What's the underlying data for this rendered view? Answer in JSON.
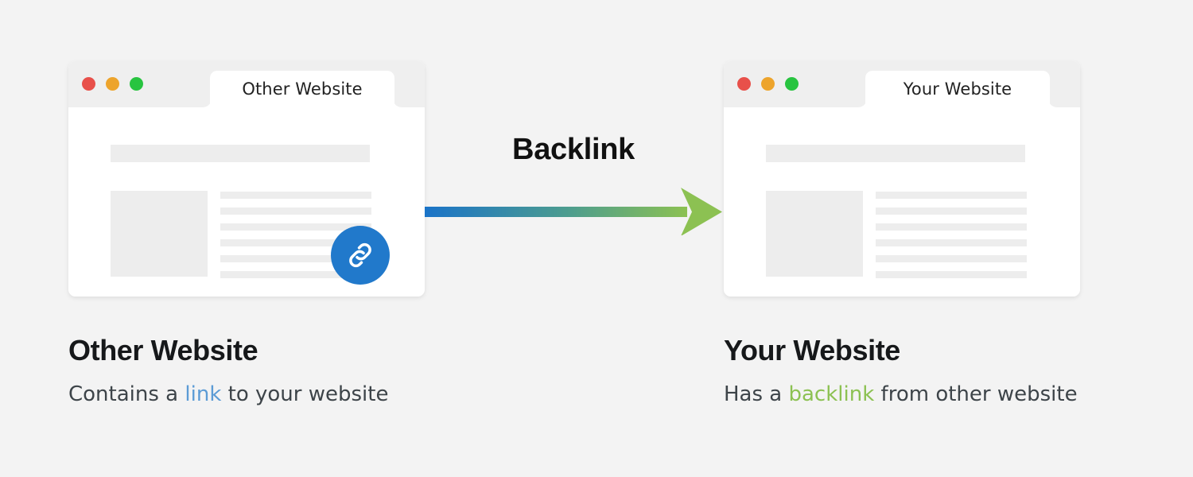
{
  "background_color": "#f3f3f3",
  "arrow": {
    "label": "Backlink",
    "gradient_start": "#1a73c8",
    "gradient_end": "#8cc152",
    "direction": "left-to-right",
    "icon": "arrow-right-icon"
  },
  "windows": [
    {
      "id": "other-website",
      "tab_title": "Other Website",
      "traffic_lights": [
        {
          "name": "close-dot",
          "color": "#e8504a"
        },
        {
          "name": "minimize-dot",
          "color": "#eda42c"
        },
        {
          "name": "maximize-dot",
          "color": "#28c440"
        }
      ],
      "skeleton": {
        "hero_bar": true,
        "thumbnail": true,
        "text_lines": 6
      },
      "badge": {
        "icon": "link-icon",
        "color": "#2179cb",
        "visible": true
      }
    },
    {
      "id": "your-website",
      "tab_title": "Your Website",
      "traffic_lights": [
        {
          "name": "close-dot",
          "color": "#e8504a"
        },
        {
          "name": "minimize-dot",
          "color": "#eda42c"
        },
        {
          "name": "maximize-dot",
          "color": "#28c440"
        }
      ],
      "skeleton": {
        "hero_bar": true,
        "thumbnail": true,
        "text_lines": 6
      },
      "badge": {
        "icon": "link-icon",
        "color": "#2179cb",
        "visible": false
      }
    }
  ],
  "captions": [
    {
      "id": "other-website-caption",
      "heading": "Other Website",
      "description_before": "Contains a ",
      "description_highlight": "link",
      "description_after": " to your website",
      "highlight_color": "#5b9bd5"
    },
    {
      "id": "your-website-caption",
      "heading": "Your Website",
      "description_before": "Has a ",
      "description_highlight": "backlink",
      "description_after": " from other website",
      "highlight_color": "#8cc152"
    }
  ]
}
